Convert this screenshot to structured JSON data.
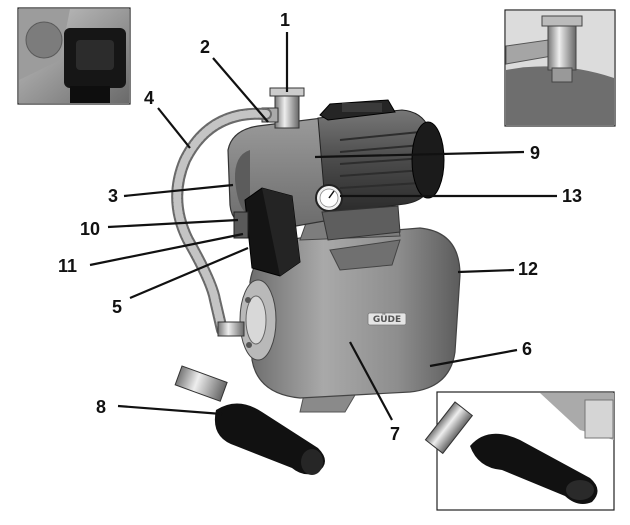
{
  "diagram": {
    "brand_logo": "GÜDE",
    "callouts": [
      {
        "id": "1",
        "label": "1"
      },
      {
        "id": "2",
        "label": "2"
      },
      {
        "id": "3",
        "label": "3"
      },
      {
        "id": "4",
        "label": "4"
      },
      {
        "id": "5",
        "label": "5"
      },
      {
        "id": "6",
        "label": "6"
      },
      {
        "id": "7",
        "label": "7"
      },
      {
        "id": "8",
        "label": "8"
      },
      {
        "id": "9",
        "label": "9"
      },
      {
        "id": "10",
        "label": "10"
      },
      {
        "id": "11",
        "label": "11"
      },
      {
        "id": "12",
        "label": "12"
      },
      {
        "id": "13",
        "label": "13"
      }
    ],
    "insets": [
      "pressure-switch-detail",
      "outlet-fitting-detail",
      "suction-filter-detail"
    ]
  },
  "colors": {
    "tank": "#8a8a8a",
    "pump_body": "#7a7a7a",
    "motor": "#555555",
    "switch_box": "#1a1a1a",
    "hose": "#b0b0b0",
    "text": "#111111"
  }
}
